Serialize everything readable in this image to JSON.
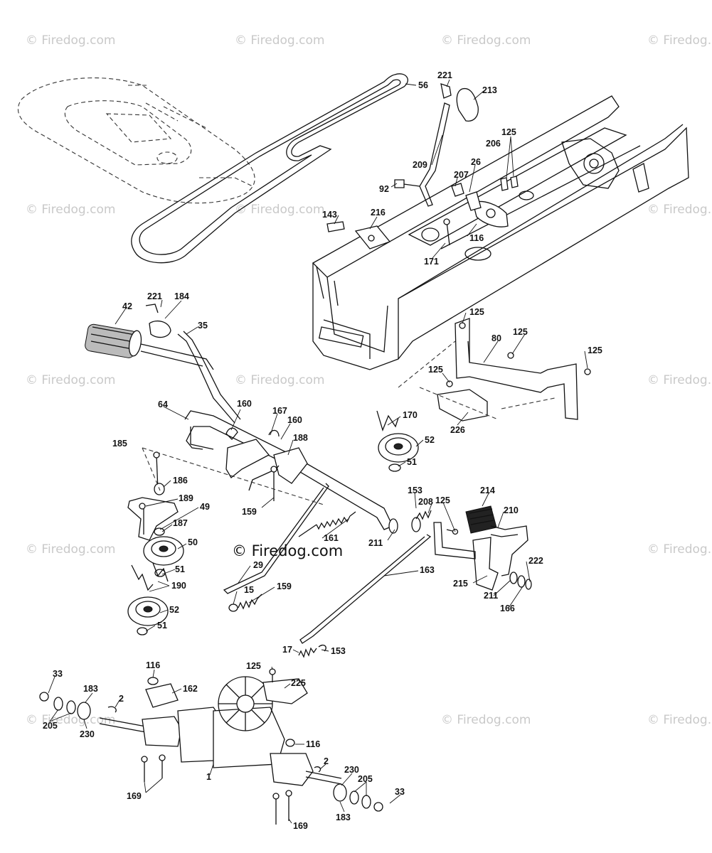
{
  "watermark": {
    "text": "© Firedog.com"
  },
  "labels": [
    {
      "id": "56",
      "text": "56"
    },
    {
      "id": "221a",
      "text": "221"
    },
    {
      "id": "213",
      "text": "213"
    },
    {
      "id": "125a",
      "text": "125"
    },
    {
      "id": "206",
      "text": "206"
    },
    {
      "id": "209",
      "text": "209"
    },
    {
      "id": "26",
      "text": "26"
    },
    {
      "id": "207",
      "text": "207"
    },
    {
      "id": "92",
      "text": "92"
    },
    {
      "id": "143",
      "text": "143"
    },
    {
      "id": "216",
      "text": "216"
    },
    {
      "id": "116a",
      "text": "116"
    },
    {
      "id": "171",
      "text": "171"
    },
    {
      "id": "221b",
      "text": "221"
    },
    {
      "id": "184",
      "text": "184"
    },
    {
      "id": "42",
      "text": "42"
    },
    {
      "id": "35",
      "text": "35"
    },
    {
      "id": "125b",
      "text": "125"
    },
    {
      "id": "80",
      "text": "80"
    },
    {
      "id": "125c",
      "text": "125"
    },
    {
      "id": "125d",
      "text": "125"
    },
    {
      "id": "125e",
      "text": "125"
    },
    {
      "id": "64",
      "text": "64"
    },
    {
      "id": "160a",
      "text": "160"
    },
    {
      "id": "167",
      "text": "167"
    },
    {
      "id": "160b",
      "text": "160"
    },
    {
      "id": "170",
      "text": "170"
    },
    {
      "id": "226",
      "text": "226"
    },
    {
      "id": "185",
      "text": "185"
    },
    {
      "id": "188",
      "text": "188"
    },
    {
      "id": "52a",
      "text": "52"
    },
    {
      "id": "51a",
      "text": "51"
    },
    {
      "id": "186",
      "text": "186"
    },
    {
      "id": "189",
      "text": "189"
    },
    {
      "id": "49",
      "text": "49"
    },
    {
      "id": "159a",
      "text": "159"
    },
    {
      "id": "153a",
      "text": "153"
    },
    {
      "id": "125f",
      "text": "125"
    },
    {
      "id": "214",
      "text": "214"
    },
    {
      "id": "208",
      "text": "208"
    },
    {
      "id": "210",
      "text": "210"
    },
    {
      "id": "187",
      "text": "187"
    },
    {
      "id": "50",
      "text": "50"
    },
    {
      "id": "161",
      "text": "161"
    },
    {
      "id": "211a",
      "text": "211"
    },
    {
      "id": "51b",
      "text": "51"
    },
    {
      "id": "29",
      "text": "29"
    },
    {
      "id": "163",
      "text": "163"
    },
    {
      "id": "222",
      "text": "222"
    },
    {
      "id": "190",
      "text": "190"
    },
    {
      "id": "15",
      "text": "15"
    },
    {
      "id": "159b",
      "text": "159"
    },
    {
      "id": "215",
      "text": "215"
    },
    {
      "id": "211b",
      "text": "211"
    },
    {
      "id": "166",
      "text": "166"
    },
    {
      "id": "52b",
      "text": "52"
    },
    {
      "id": "51c",
      "text": "51"
    },
    {
      "id": "17",
      "text": "17"
    },
    {
      "id": "153b",
      "text": "153"
    },
    {
      "id": "116b",
      "text": "116"
    },
    {
      "id": "125g",
      "text": "125"
    },
    {
      "id": "33a",
      "text": "33"
    },
    {
      "id": "162",
      "text": "162"
    },
    {
      "id": "225",
      "text": "225"
    },
    {
      "id": "183a",
      "text": "183"
    },
    {
      "id": "2a",
      "text": "2"
    },
    {
      "id": "205a",
      "text": "205"
    },
    {
      "id": "230a",
      "text": "230"
    },
    {
      "id": "116c",
      "text": "116"
    },
    {
      "id": "2b",
      "text": "2"
    },
    {
      "id": "230b",
      "text": "230"
    },
    {
      "id": "1",
      "text": "1"
    },
    {
      "id": "205b",
      "text": "205"
    },
    {
      "id": "169a",
      "text": "169"
    },
    {
      "id": "33b",
      "text": "33"
    },
    {
      "id": "183b",
      "text": "183"
    },
    {
      "id": "169b",
      "text": "169"
    }
  ]
}
